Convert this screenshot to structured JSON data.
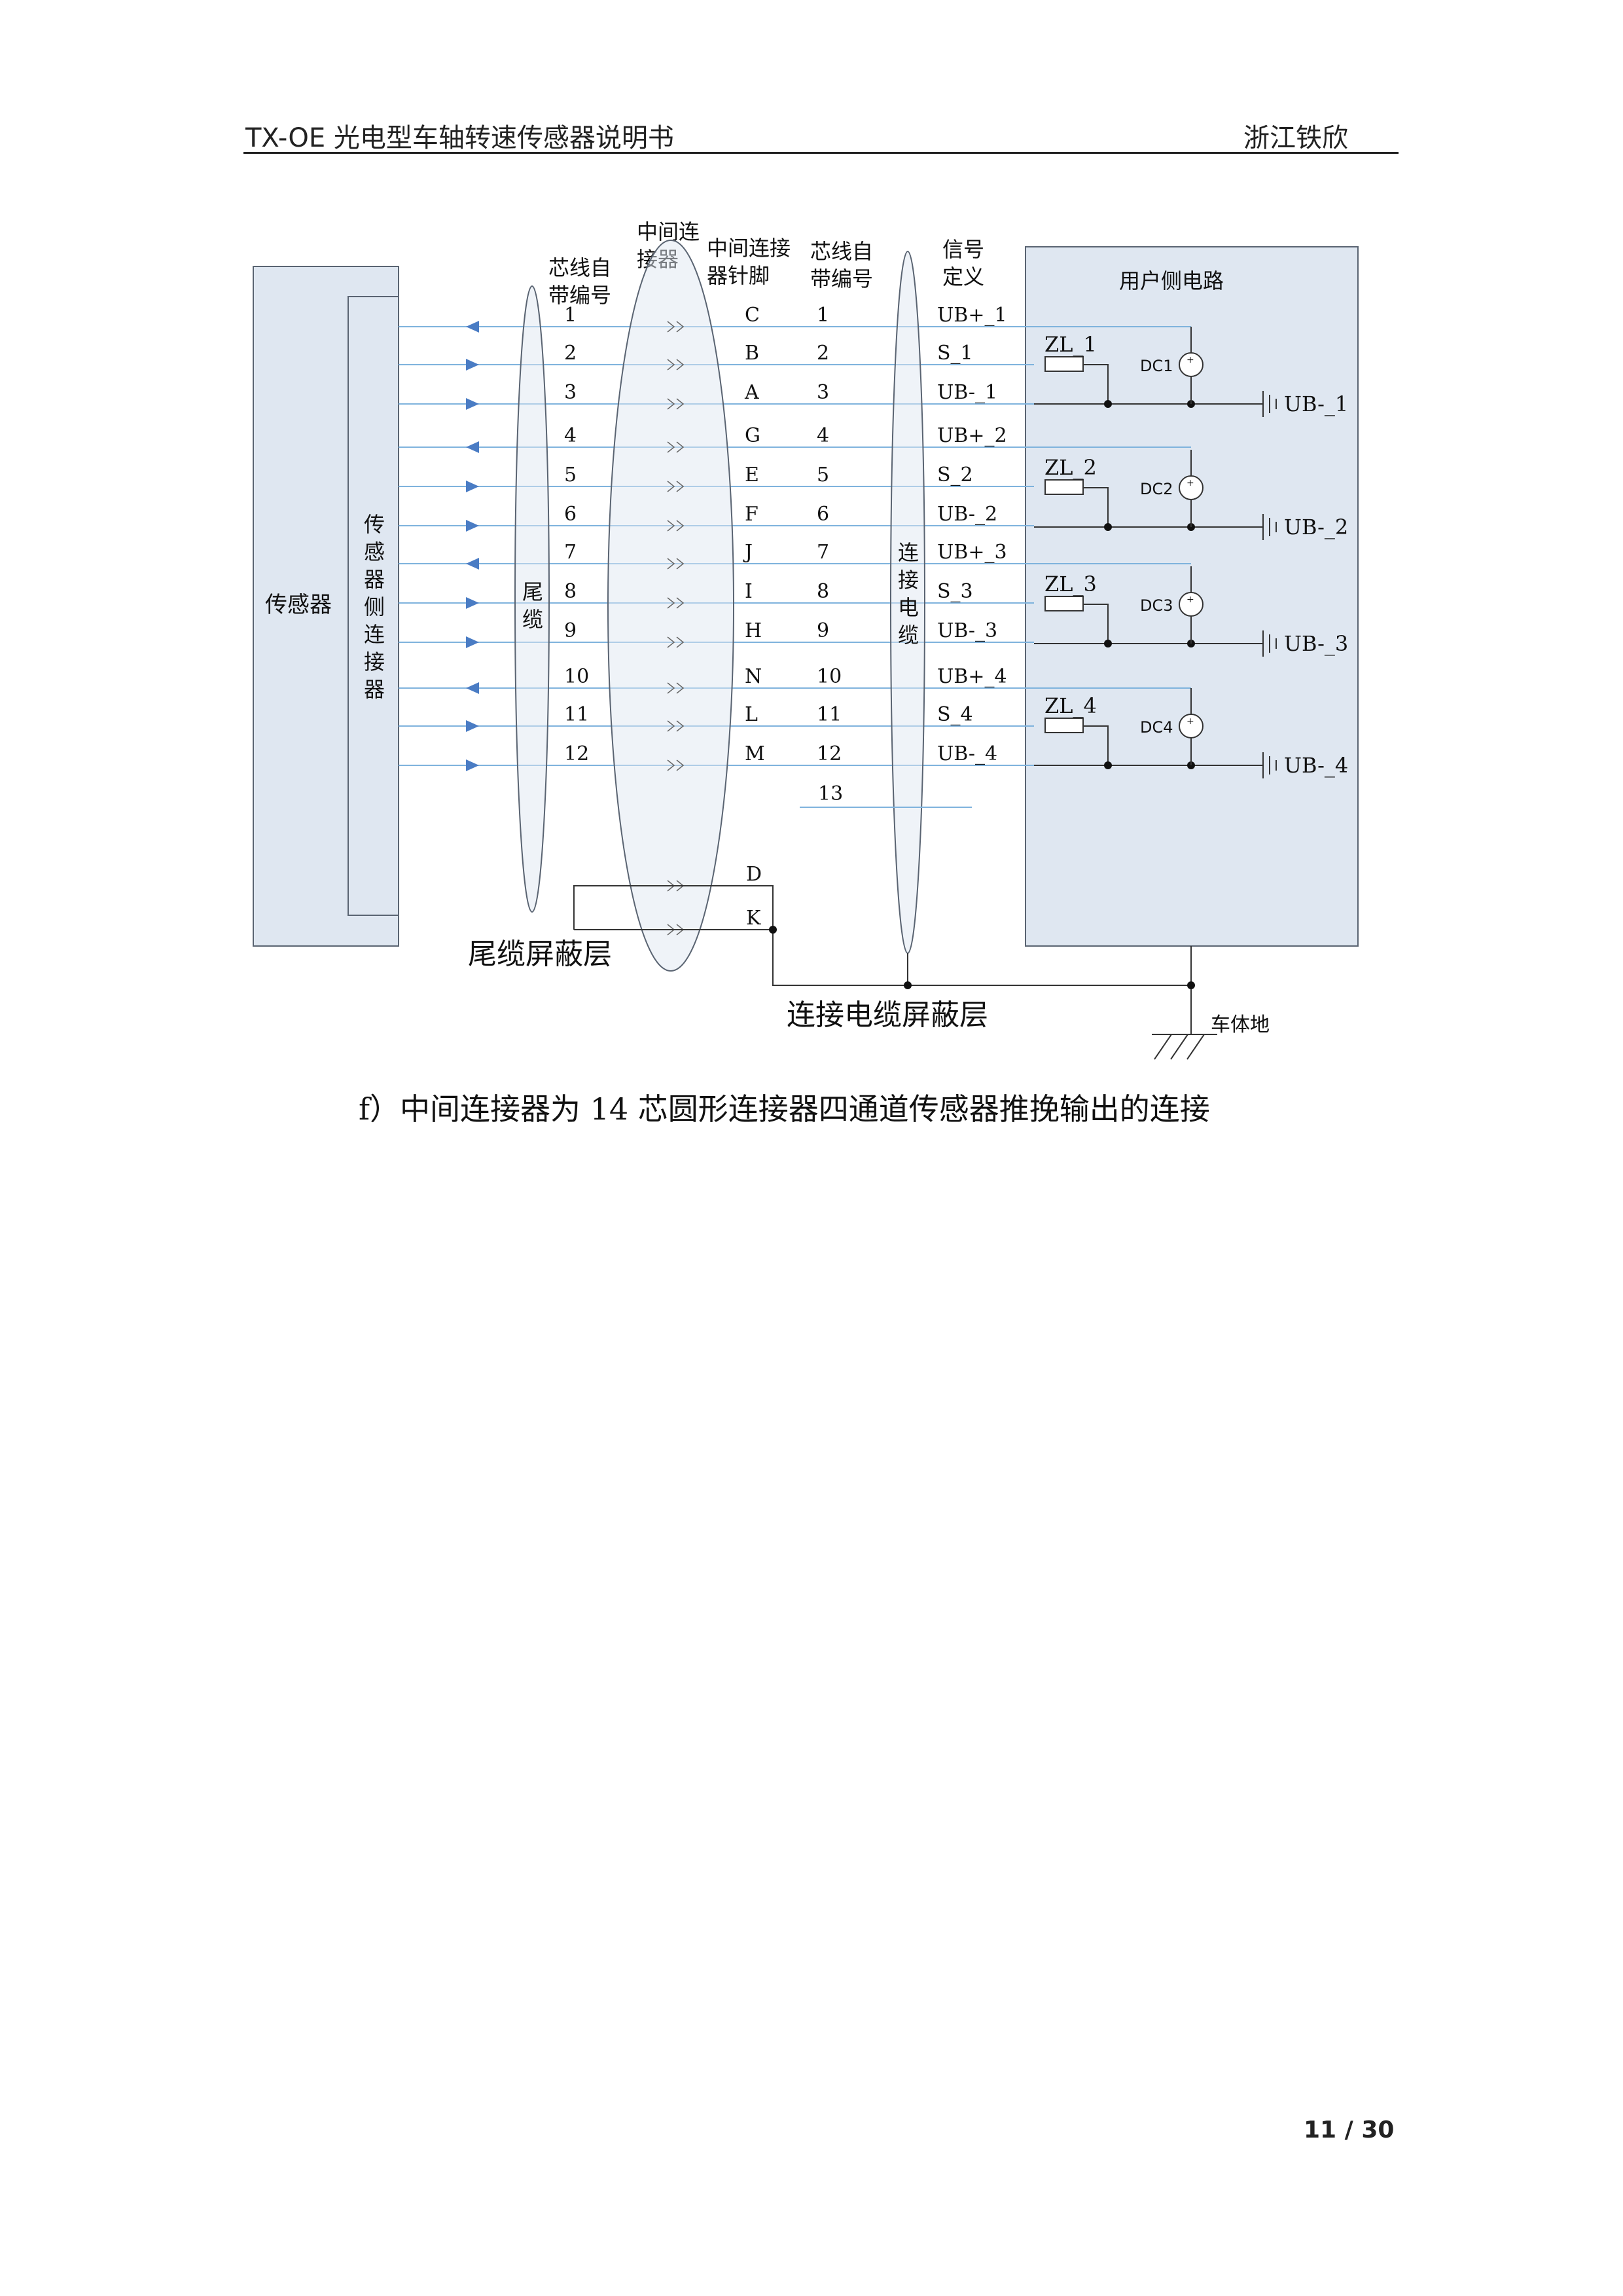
{
  "header": {
    "left": "TX-OE 光电型车轴转速传感器说明书",
    "right": "浙江铁欣"
  },
  "caption": "f）中间连接器为 14 芯圆形连接器四通道传感器推挽输出的连接",
  "page_number": "11 / 30",
  "diagram": {
    "sensor_label": "传感器",
    "sensor_connector_label": [
      "传",
      "感",
      "器",
      "侧",
      "连",
      "接",
      "器"
    ],
    "tail_cable_label": [
      "尾",
      "缆"
    ],
    "connecting_cable_label": [
      "连",
      "接",
      "电",
      "缆"
    ],
    "col_core_no_1": [
      "芯线自",
      "带编号"
    ],
    "col_mid_connector": [
      "中间连",
      "接器"
    ],
    "col_mid_pins": [
      "中间连接",
      "器针脚"
    ],
    "col_core_no_2": [
      "芯线自",
      "带编号"
    ],
    "col_signal": [
      "信号",
      "定义"
    ],
    "user_circuit_label": "用户侧电路",
    "tail_shield_label": "尾缆屏蔽层",
    "cable_shield_label": "连接电缆屏蔽层",
    "ground_label": "车体地",
    "rows": [
      {
        "core1": "1",
        "pin": "C",
        "core2": "1",
        "signal": "UB+_1"
      },
      {
        "core1": "2",
        "pin": "B",
        "core2": "2",
        "signal": "S_1"
      },
      {
        "core1": "3",
        "pin": "A",
        "core2": "3",
        "signal": "UB-_1"
      },
      {
        "core1": "4",
        "pin": "G",
        "core2": "4",
        "signal": "UB+_2"
      },
      {
        "core1": "5",
        "pin": "E",
        "core2": "5",
        "signal": "S_2"
      },
      {
        "core1": "6",
        "pin": "F",
        "core2": "6",
        "signal": "UB-_2"
      },
      {
        "core1": "7",
        "pin": "J",
        "core2": "7",
        "signal": "UB+_3"
      },
      {
        "core1": "8",
        "pin": "I",
        "core2": "8",
        "signal": "S_3"
      },
      {
        "core1": "9",
        "pin": "H",
        "core2": "9",
        "signal": "UB-_3"
      },
      {
        "core1": "10",
        "pin": "N",
        "core2": "10",
        "signal": "UB+_4"
      },
      {
        "core1": "11",
        "pin": "L",
        "core2": "11",
        "signal": "S_4"
      },
      {
        "core1": "12",
        "pin": "M",
        "core2": "12",
        "signal": "UB-_4"
      }
    ],
    "extra_core": "13",
    "shield_pins": [
      "D",
      "K"
    ],
    "channels": [
      {
        "load": "ZL_1",
        "source": "DC1",
        "ground": "UB-_1"
      },
      {
        "load": "ZL_2",
        "source": "DC2",
        "ground": "UB-_2"
      },
      {
        "load": "ZL_3",
        "source": "DC3",
        "ground": "UB-_3"
      },
      {
        "load": "ZL_4",
        "source": "DC4",
        "ground": "UB-_4"
      }
    ],
    "colors": {
      "wire": "#7fb3dd",
      "arrow": "#4a7cc4",
      "box_fill": "#dfe7f1",
      "box_stroke": "#5a6472",
      "dark": "#333333"
    }
  }
}
